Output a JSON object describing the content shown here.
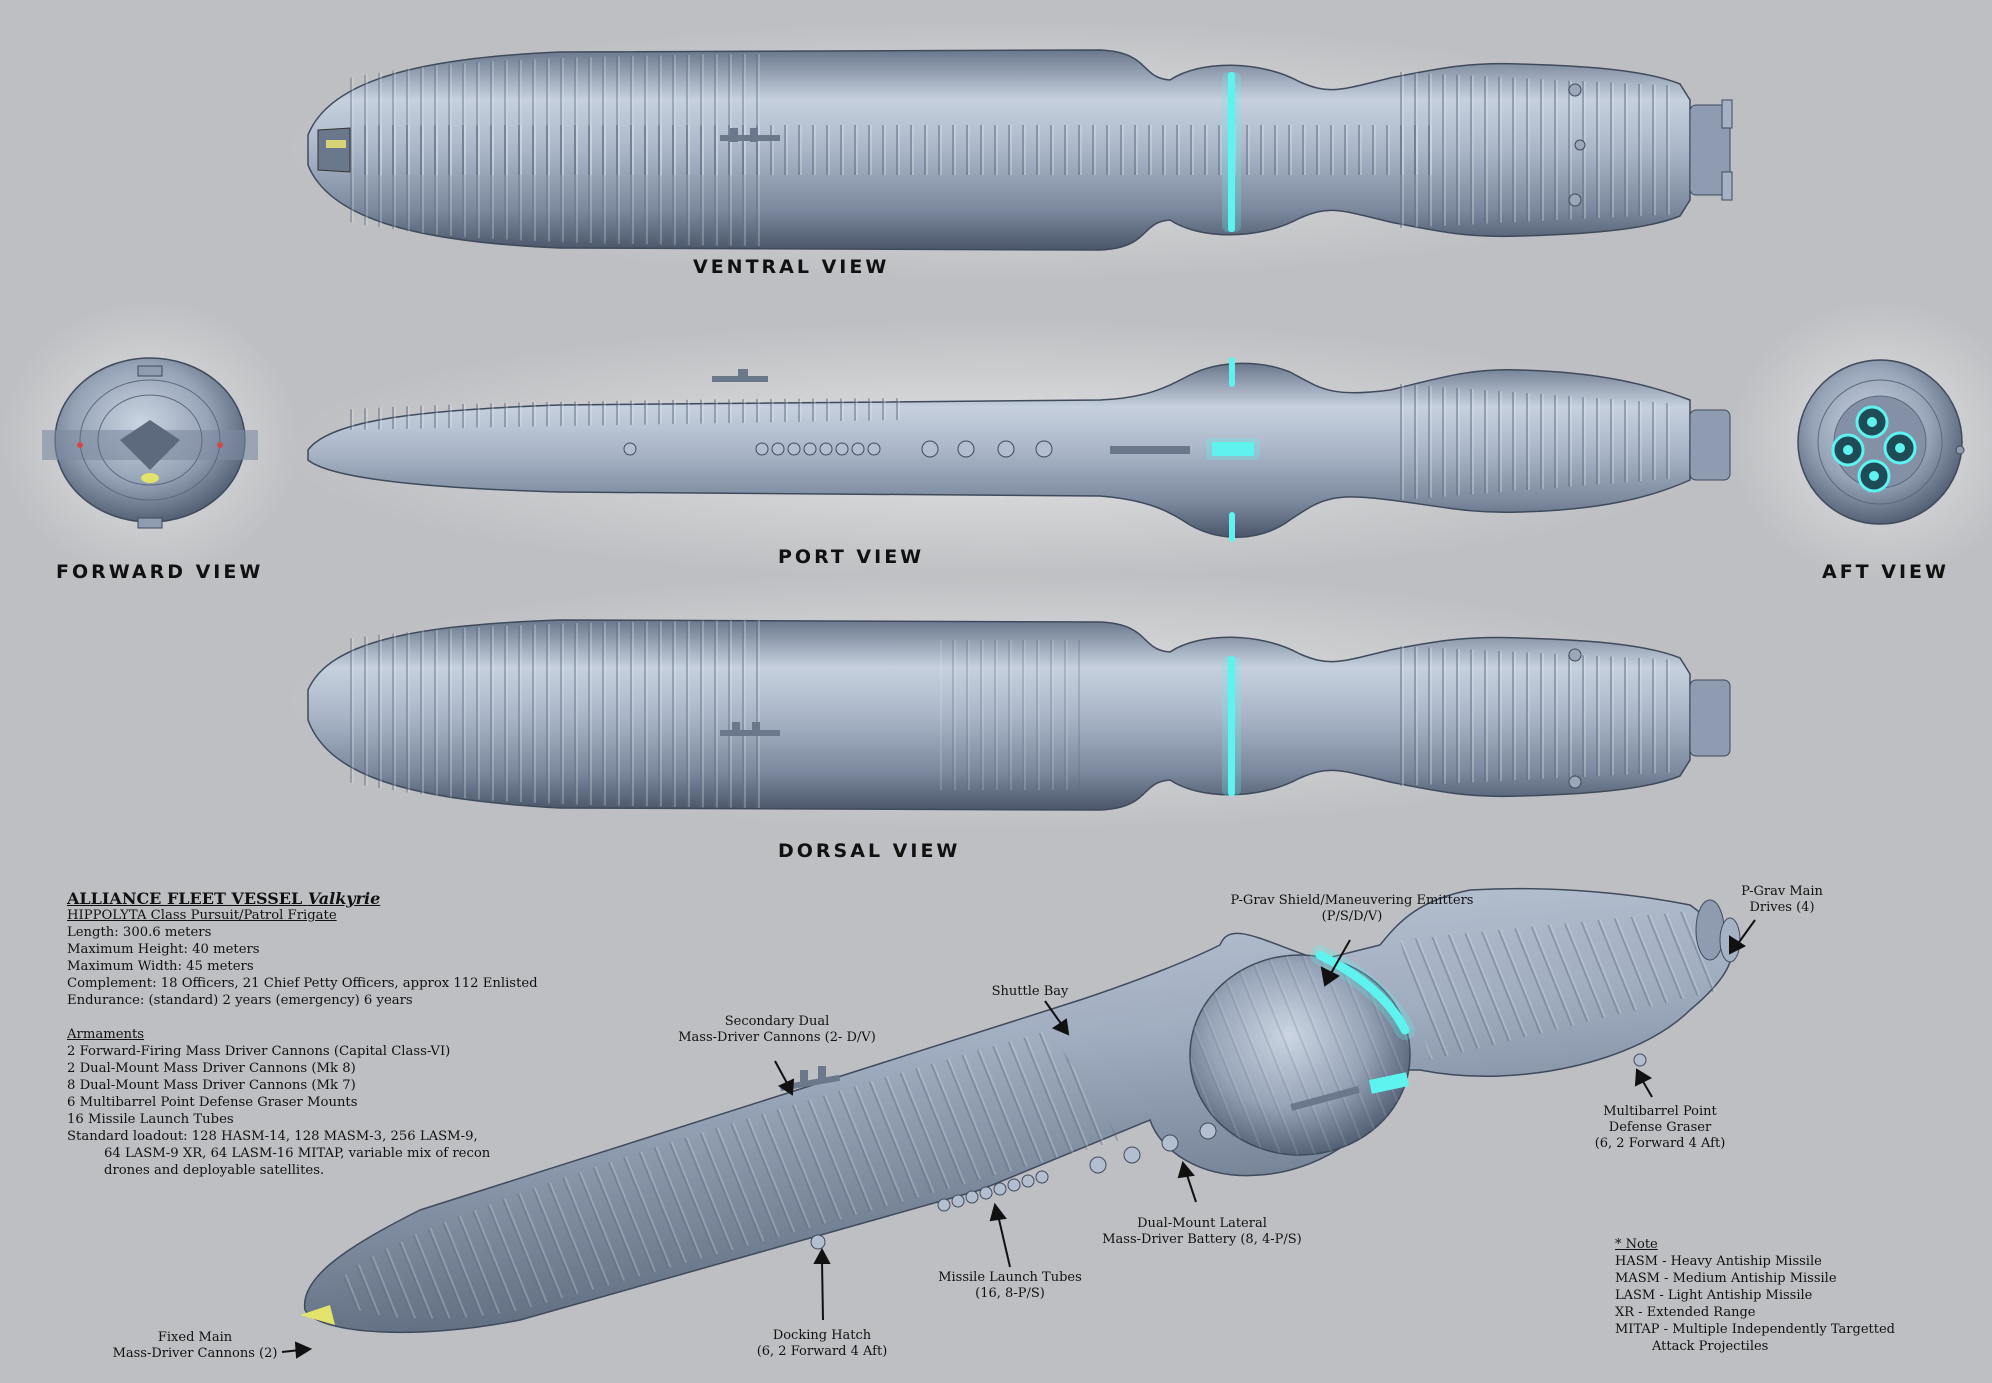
{
  "views": {
    "ventral": "VENTRAL VIEW",
    "port": "PORT VIEW",
    "dorsal": "DORSAL VIEW",
    "forward": "FORWARD VIEW",
    "aft": "AFT VIEW"
  },
  "specs": {
    "title_prefix": "ALLIANCE FLEET VESSEL",
    "ship_name": "Valkyrie",
    "class_line": "HIPPOLYTA Class Pursuit/Patrol Frigate",
    "stats": [
      "Length: 300.6 meters",
      "Maximum Height: 40 meters",
      "Maximum Width: 45 meters",
      "Complement: 18 Officers, 21 Chief Petty Officers, approx 112 Enlisted",
      "Endurance: (standard) 2 years (emergency) 6 years"
    ],
    "armaments_heading": "Armaments",
    "armaments": [
      "2 Forward-Firing Mass Driver Cannons (Capital Class-VI)",
      "2 Dual-Mount Mass Driver Cannons (Mk 8)",
      "8 Dual-Mount Mass Driver Cannons (Mk 7)",
      "6 Multibarrel Point Defense Graser Mounts",
      "16 Missile Launch Tubes",
      "Standard loadout: 128 HASM-14, 128 MASM-3, 256 LASM-9,"
    ],
    "loadout_cont": [
      "64 LASM-9 XR, 64 LASM-16 MITAP, variable mix of recon",
      "drones and deployable satellites."
    ]
  },
  "callouts": {
    "pgrav_shield": [
      "P-Grav Shield/Maneuvering Emitters",
      "(P/S/D/V)"
    ],
    "pgrav_main": [
      "P-Grav Main",
      "Drives (4)"
    ],
    "shuttle_bay": [
      "Shuttle Bay"
    ],
    "secondary_dual": [
      "Secondary Dual",
      "Mass-Driver Cannons (2- D/V)"
    ],
    "multibarrel": [
      "Multibarrel Point",
      "Defense Graser",
      "(6, 2 Forward 4 Aft)"
    ],
    "dual_lateral": [
      "Dual-Mount Lateral",
      "Mass-Driver Battery (8, 4-P/S)"
    ],
    "missile_tubes": [
      "Missile Launch Tubes",
      "(16, 8-P/S)"
    ],
    "docking_hatch": [
      "Docking Hatch",
      "(6, 2 Forward 4 Aft)"
    ],
    "fixed_main": [
      "Fixed Main",
      "Mass-Driver Cannons (2)"
    ]
  },
  "note": {
    "heading": "* Note",
    "lines": [
      "HASM - Heavy Antiship Missile",
      "MASM - Medium Antiship Missile",
      "LASM - Light Antiship Missile",
      "XR - Extended Range",
      "MITAP - Multiple Independently Targetted"
    ],
    "cont": "Attack Projectiles"
  },
  "colors": {
    "background": "#bdbfc2",
    "hull_light": "#c9d3e0",
    "hull_mid": "#8e9bb0",
    "hull_dark": "#4e5a6e",
    "emitter_glow": "#5ff3f0"
  }
}
